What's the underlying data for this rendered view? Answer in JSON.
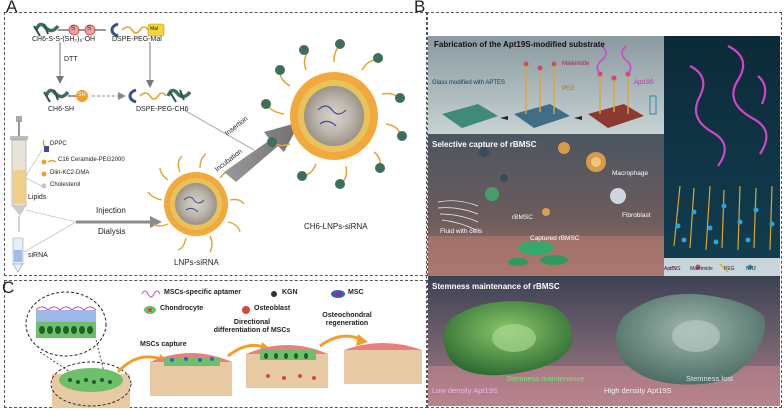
{
  "panels": {
    "a": "A",
    "b": "B",
    "c": "C"
  },
  "panel_a": {
    "ch6_ss": "CH6-S-S-(SH₂)₆-OH",
    "dspe_mal": "DSPE-PEG-Mal",
    "s1": "S",
    "s2": "S",
    "sh": "SH",
    "mal": "Mal",
    "dtt": "DTT",
    "ch6_sh": "CH6-SH",
    "dspe_ch6": "DSPE-PEG-CH6",
    "insertion": "Insertion",
    "incubation": "Incubation",
    "lipids": {
      "dppc": "DPPC",
      "ceramide": "C16 Ceramide-PEG2000",
      "dlin": "Dlin-KC2-DMA",
      "chol": "Cholesterol"
    },
    "lipids_label": "Lipids",
    "sirna_label": "siRNA",
    "injection": "Injection",
    "dialysis": "Dialysis",
    "lnps": "LNPs-siRNA",
    "ch6_lnps": "CH6-LNPs-siRNA"
  },
  "panel_b": {
    "fab_title": "Fabrication of the Apt19S-modified substrate",
    "glass": "Glass modified with APTES",
    "maleimide": "Maleimide",
    "peg": "PEG",
    "apt19s": "Apt19S",
    "capture_title": "Selective capture of rBMSC",
    "macrophage": "Macrophage",
    "rbmsc": "rBMSC",
    "fibroblast": "Fibroblast",
    "fluid": "Fluid with cells",
    "captured": "Captured rBMSC",
    "legend": [
      "Apt19S",
      "Maleimide",
      "PEG",
      "NH2"
    ],
    "stem_title": "Stemness maintenance of rBMSC",
    "stem_maint": "Stemness maintenance",
    "stem_lost": "Stemness lost",
    "low": "Low density Apt19S",
    "high": "High density Apt19S"
  },
  "panel_c": {
    "legend": {
      "aptamer": "MSCs-specific aptamer",
      "kgn": "KGN",
      "msc": "MSC",
      "chondrocyte": "Chondrocyte",
      "osteoblast": "Osteoblast"
    },
    "capture": "MSCs capture",
    "diff": "Directional differentiation of MSCs",
    "regen": "Osteochondral regeneration"
  },
  "colors": {
    "lnp_core": "#f2a93b",
    "lnp_shell": "#e8c25a",
    "peptide": "#3e6e5c",
    "arrow": "#8c8c8c",
    "aptamer": "#d046c8",
    "chondro_green": "#2f8a3a",
    "osteoblast_red": "#d8483a"
  }
}
